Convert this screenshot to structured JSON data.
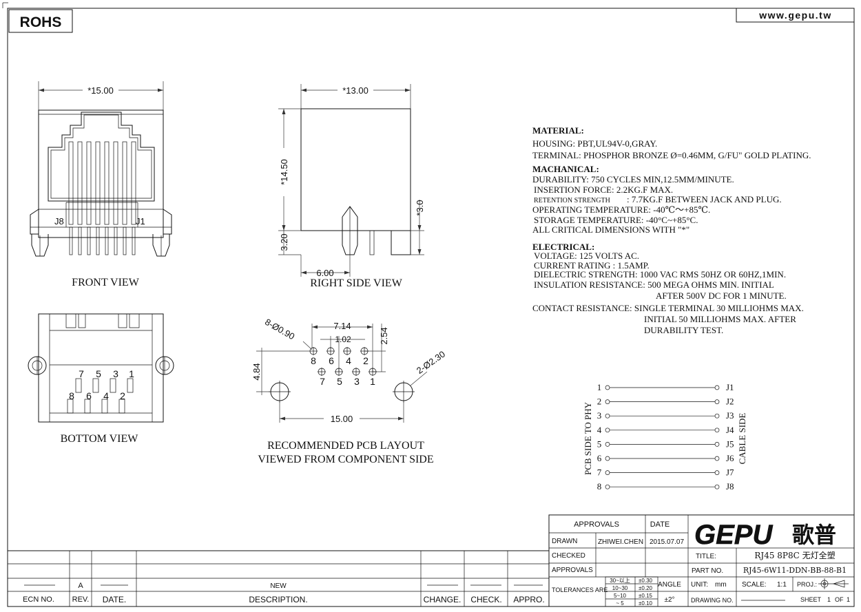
{
  "header": {
    "rohs": "ROHS",
    "website": "www.gepu.tw"
  },
  "views": {
    "front": {
      "title": "FRONT VIEW",
      "dim_width": "*15.00",
      "label_left": "J8",
      "label_right": "J1"
    },
    "right": {
      "title": "RIGHT SIDE VIEW",
      "dim_width": "*13.00",
      "dim_height": "*14.50",
      "dim_bottom": "3.20",
      "dim_pin": "*3.0",
      "dim_offset": "6.00"
    },
    "bottom": {
      "title": "BOTTOM VIEW",
      "top_row": [
        "7",
        "5",
        "3",
        "1"
      ],
      "bottom_row": [
        "8",
        "6",
        "4",
        "2"
      ]
    },
    "pcb": {
      "title_line1": "RECOMMENDED PCB LAYOUT",
      "title_line2": "VIEWED FROM COMPONENT SIDE",
      "dim_holes": "8-Ø0.90",
      "dim_span": "7.14",
      "dim_pitch": "1.02",
      "dim_row": "2.54",
      "dim_vert": "4.84",
      "dim_mount": "2-Ø2.30",
      "dim_mount_span": "15.00",
      "upper_row": [
        "8",
        "6",
        "4",
        "2"
      ],
      "lower_row": [
        "7",
        "5",
        "3",
        "1"
      ]
    }
  },
  "specs": {
    "material_heading": "MATERIAL:",
    "material": [
      "HOUSING: PBT,UL94V-0,GRAY.",
      "TERMINAL: PHOSPHOR BRONZE Ø=0.46MM, G/FU\" GOLD PLATING."
    ],
    "mechanical_heading": "MACHANICAL:",
    "mech_durability": "DURABILITY: 750 CYCLES MIN,12.5MM/MINUTE.",
    "mech_insertion": "INSERTION FORCE: 2.2KG.F MAX.",
    "mech_retention_label": "RETENTION STRENGTH",
    "mech_retention_value": ": 7.7KG.F BETWEEN JACK AND PLUG.",
    "mech_optemp": "OPERATING TEMPERATURE: -40℃～+85℃.",
    "mech_sttemp": "STORAGE TEMPERATURE: -40°C~+85°C.",
    "mech_critical": "ALL CRITICAL DIMENSIONS WITH \"*\"",
    "electrical_heading": "ELECTRICAL:",
    "elec_voltage": "VOLTAGE: 125 VOLTS AC.",
    "elec_current": "CURRENT RATING : 1.5AMP.",
    "elec_dielectric": "DIELECTRIC STRENGTH: 1000 VAC RMS 50HZ OR 60HZ,1MIN.",
    "elec_insulation_1": "INSULATION RESISTANCE: 500 MEGA OHMS MIN. INITIAL",
    "elec_insulation_2": "AFTER 500V DC FOR 1 MINUTE.",
    "elec_contact_1": "CONTACT RESISTANCE: SINGLE TERMINAL 30 MILLIOHMS MAX.",
    "elec_contact_2": "INITIAL 50 MILLIOHMS MAX. AFTER",
    "elec_contact_3": "DURABILITY TEST."
  },
  "schematic": {
    "left_label": "PCB SIDE TO PHY",
    "right_label": "CABLE SIDE",
    "pins": [
      {
        "left": "1",
        "right": "J1"
      },
      {
        "left": "2",
        "right": "J2"
      },
      {
        "left": "3",
        "right": "J3"
      },
      {
        "left": "4",
        "right": "J4"
      },
      {
        "left": "5",
        "right": "J5"
      },
      {
        "left": "6",
        "right": "J6"
      },
      {
        "left": "7",
        "right": "J7"
      },
      {
        "left": "8",
        "right": "J8"
      }
    ]
  },
  "revision_block": {
    "headers": {
      "ecn": "ECN NO.",
      "rev": "REV.",
      "date": "DATE.",
      "description": "DESCRIPTION.",
      "change": "CHANGE.",
      "check": "CHECK.",
      "appro": "APPRO."
    },
    "row": {
      "rev": "A",
      "description": "NEW"
    }
  },
  "title_block": {
    "approvals_header": "APPROVALS",
    "date_header": "DATE",
    "drawn_label": "DRAWN",
    "drawn_by": "ZHIWEI.CHEN",
    "drawn_date": "2015.07.07",
    "checked_label": "CHECKED",
    "approvals_label": "APPROVALS",
    "tolerances_label": "TOLERANCES ARE",
    "tolerance_rows": [
      {
        "range": "30~以上",
        "tol": "±0.30"
      },
      {
        "range": "10~30",
        "tol": "±0.20"
      },
      {
        "range": "5~10",
        "tol": "±0.15"
      },
      {
        "range": "~ 5",
        "tol": "±0.10"
      }
    ],
    "angle_label": "ANGLE",
    "angle_value": "±2°",
    "logo_latin": "GEPU",
    "logo_cjk": "歌普",
    "title_label": "TITLE:",
    "title_value": "RJ45 8P8C 无灯全塑",
    "partno_label": "PART NO.",
    "partno_value": "RJ45-6W11-DDN-BB-88-B1",
    "unit_label": "UNIT:",
    "unit_value": "mm",
    "scale_label": "SCALE:",
    "scale_value": "1:1",
    "proj_label": "PROJ.:",
    "drawing_label": "DRAWING NO.",
    "sheet_label": "SHEET",
    "sheet_value": "1",
    "sheet_of": "OF",
    "sheet_total": "1"
  }
}
